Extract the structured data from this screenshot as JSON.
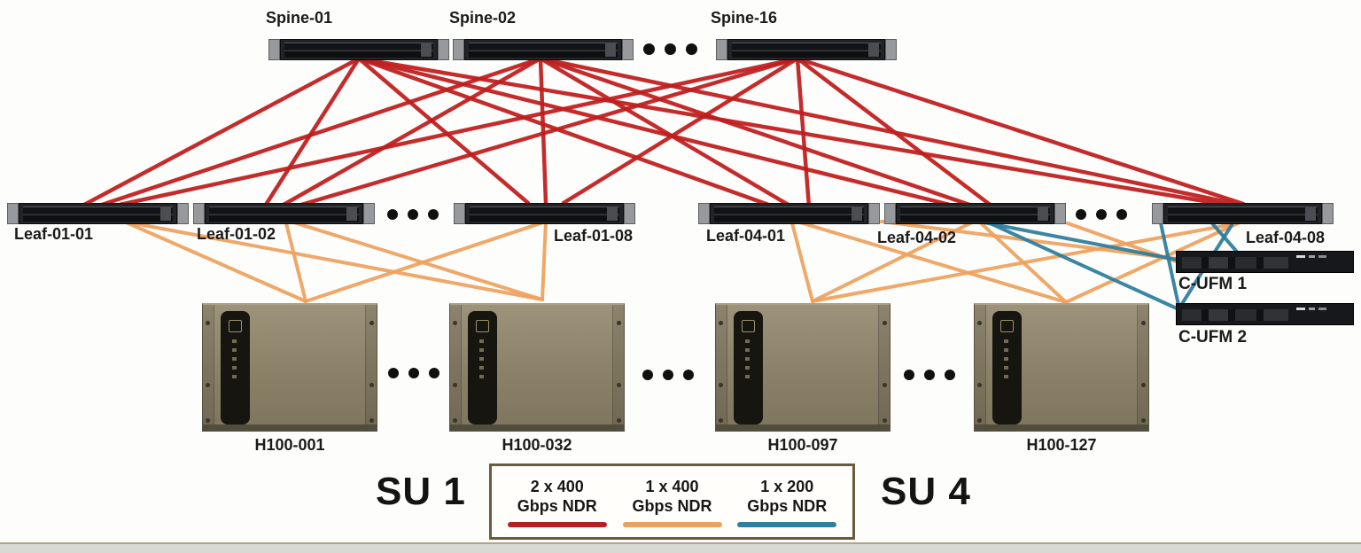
{
  "spines": [
    {
      "label": "Spine-01"
    },
    {
      "label": "Spine-02"
    },
    {
      "label": "Spine-16"
    }
  ],
  "leaves": [
    {
      "label": "Leaf-01-01"
    },
    {
      "label": "Leaf-01-02"
    },
    {
      "label": "Leaf-01-08"
    },
    {
      "label": "Leaf-04-01"
    },
    {
      "label": "Leaf-04-02"
    },
    {
      "label": "Leaf-04-08"
    }
  ],
  "compute_nodes": [
    {
      "label": "H100-001"
    },
    {
      "label": "H100-032"
    },
    {
      "label": "H100-097"
    },
    {
      "label": "H100-127"
    }
  ],
  "ufm_nodes": [
    {
      "label": "C-UFM 1"
    },
    {
      "label": "C-UFM 2"
    }
  ],
  "scalable_units": [
    {
      "label": "SU 1"
    },
    {
      "label": "SU 4"
    }
  ],
  "legend": {
    "items": [
      {
        "rate": "2 x 400",
        "unit": "Gbps NDR",
        "color": "#b42025",
        "link_type": "spine-leaf"
      },
      {
        "rate": "1 x 400",
        "unit": "Gbps NDR",
        "color": "#eba15f",
        "link_type": "leaf-node"
      },
      {
        "rate": "1 x 200",
        "unit": "Gbps NDR",
        "color": "#2f7f9e",
        "link_type": "leaf-ufm"
      }
    ]
  },
  "link_colors": {
    "red": "#c01d1d",
    "orange": "#efa25d",
    "teal": "#2d7d9c"
  },
  "link_widths": {
    "red": 4.5,
    "orange": 4,
    "teal": 4
  },
  "links": {
    "red": [
      [
        405,
        66,
        95,
        231
      ],
      [
        405,
        66,
        300,
        231
      ],
      [
        405,
        66,
        596,
        229
      ],
      [
        405,
        66,
        873,
        233
      ],
      [
        405,
        66,
        1080,
        233
      ],
      [
        405,
        66,
        1377,
        230
      ],
      [
        610,
        66,
        115,
        231
      ],
      [
        610,
        66,
        320,
        231
      ],
      [
        610,
        66,
        616,
        229
      ],
      [
        610,
        66,
        893,
        233
      ],
      [
        610,
        66,
        1100,
        233
      ],
      [
        610,
        66,
        1390,
        229
      ],
      [
        900,
        66,
        135,
        231
      ],
      [
        900,
        66,
        340,
        231
      ],
      [
        900,
        66,
        636,
        229
      ],
      [
        900,
        66,
        913,
        233
      ],
      [
        900,
        66,
        1120,
        233
      ],
      [
        900,
        66,
        1403,
        230
      ]
    ],
    "orange": [
      [
        140,
        250,
        345,
        340
      ],
      [
        140,
        250,
        612,
        338
      ],
      [
        322,
        248,
        345,
        340
      ],
      [
        322,
        248,
        612,
        338
      ],
      [
        616,
        250,
        345,
        340
      ],
      [
        616,
        250,
        612,
        338
      ],
      [
        893,
        248,
        917,
        340
      ],
      [
        893,
        248,
        1203,
        341
      ],
      [
        1103,
        248,
        917,
        340
      ],
      [
        1103,
        248,
        1203,
        341
      ],
      [
        1397,
        252,
        917,
        340
      ],
      [
        1397,
        252,
        1203,
        341
      ],
      [
        995,
        250,
        1327,
        292
      ],
      [
        1205,
        252,
        1330,
        296
      ]
    ],
    "teal": [
      [
        1105,
        250,
        1328,
        293
      ],
      [
        1113,
        250,
        1328,
        348
      ],
      [
        1310,
        252,
        1330,
        344
      ],
      [
        1390,
        254,
        1332,
        346
      ],
      [
        1368,
        252,
        1395,
        283
      ]
    ]
  }
}
